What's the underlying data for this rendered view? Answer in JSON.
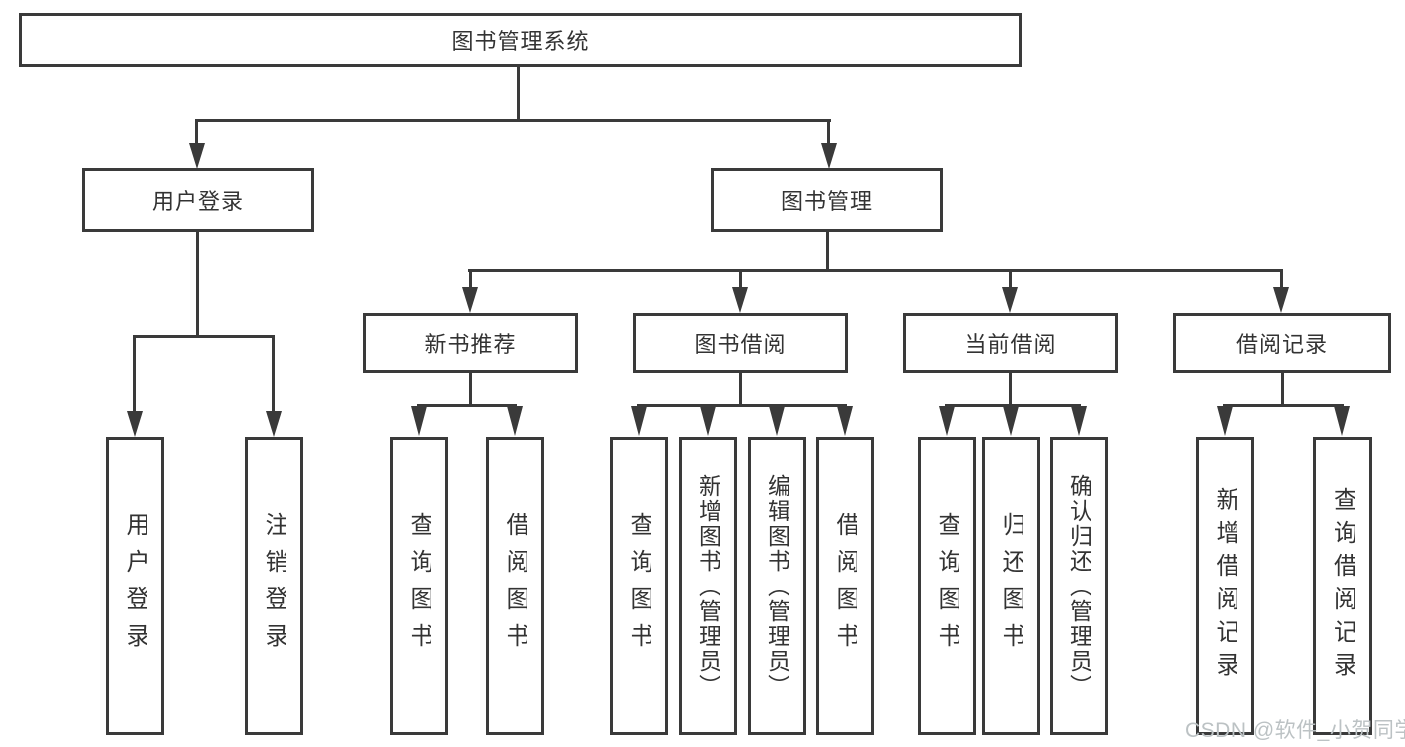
{
  "diagram": {
    "root": "图书管理系统",
    "level2": [
      "用户登录",
      "图书管理"
    ],
    "level3": [
      "新书推荐",
      "图书借阅",
      "当前借阅",
      "借阅记录"
    ],
    "leaves": {
      "user_login": [
        "用户登录",
        "注销登录"
      ],
      "new_book": [
        "查询图书",
        "借阅图书"
      ],
      "borrow": [
        "查询图书",
        "新增图书（管理员）",
        "编辑图书（管理员）",
        "借阅图书"
      ],
      "current": [
        "查询图书",
        "归还图书",
        "确认归还（管理员）"
      ],
      "records": [
        "新增借阅记录",
        "查询借阅记录"
      ]
    }
  },
  "watermark": "CSDN @软件_小贺同学",
  "colors": {
    "line": "#3a3a3a",
    "text": "#333333",
    "box_bg": "#ffffff",
    "wm": "#bcc2c4"
  }
}
